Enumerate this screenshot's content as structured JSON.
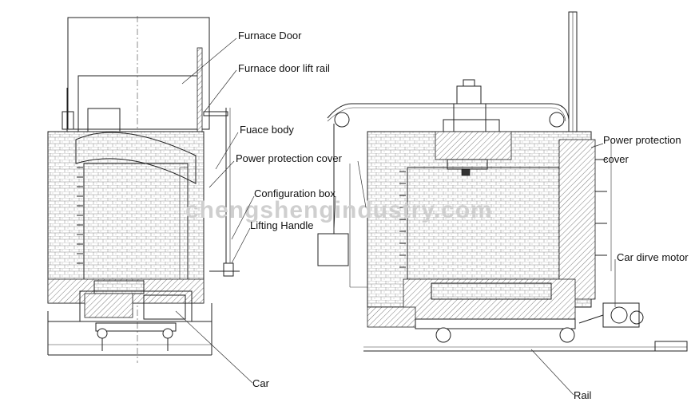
{
  "watermark": "chengshengindustry.com",
  "labels": {
    "furnace_door": "Furnace Door",
    "furnace_door_lift_rail": "Furnace door lift rail",
    "furnace_body": "Fuace body",
    "power_protection_cover_left": "Power protection cover",
    "configuration_box": "Configuration box",
    "lifting_handle": "Lifting Handle",
    "car": "Car",
    "power_protection_cover_right_line1": "Power protection",
    "power_protection_cover_right_line2": "cover",
    "car_drive_motor": "Car dirve motor",
    "rail": "Rail"
  }
}
